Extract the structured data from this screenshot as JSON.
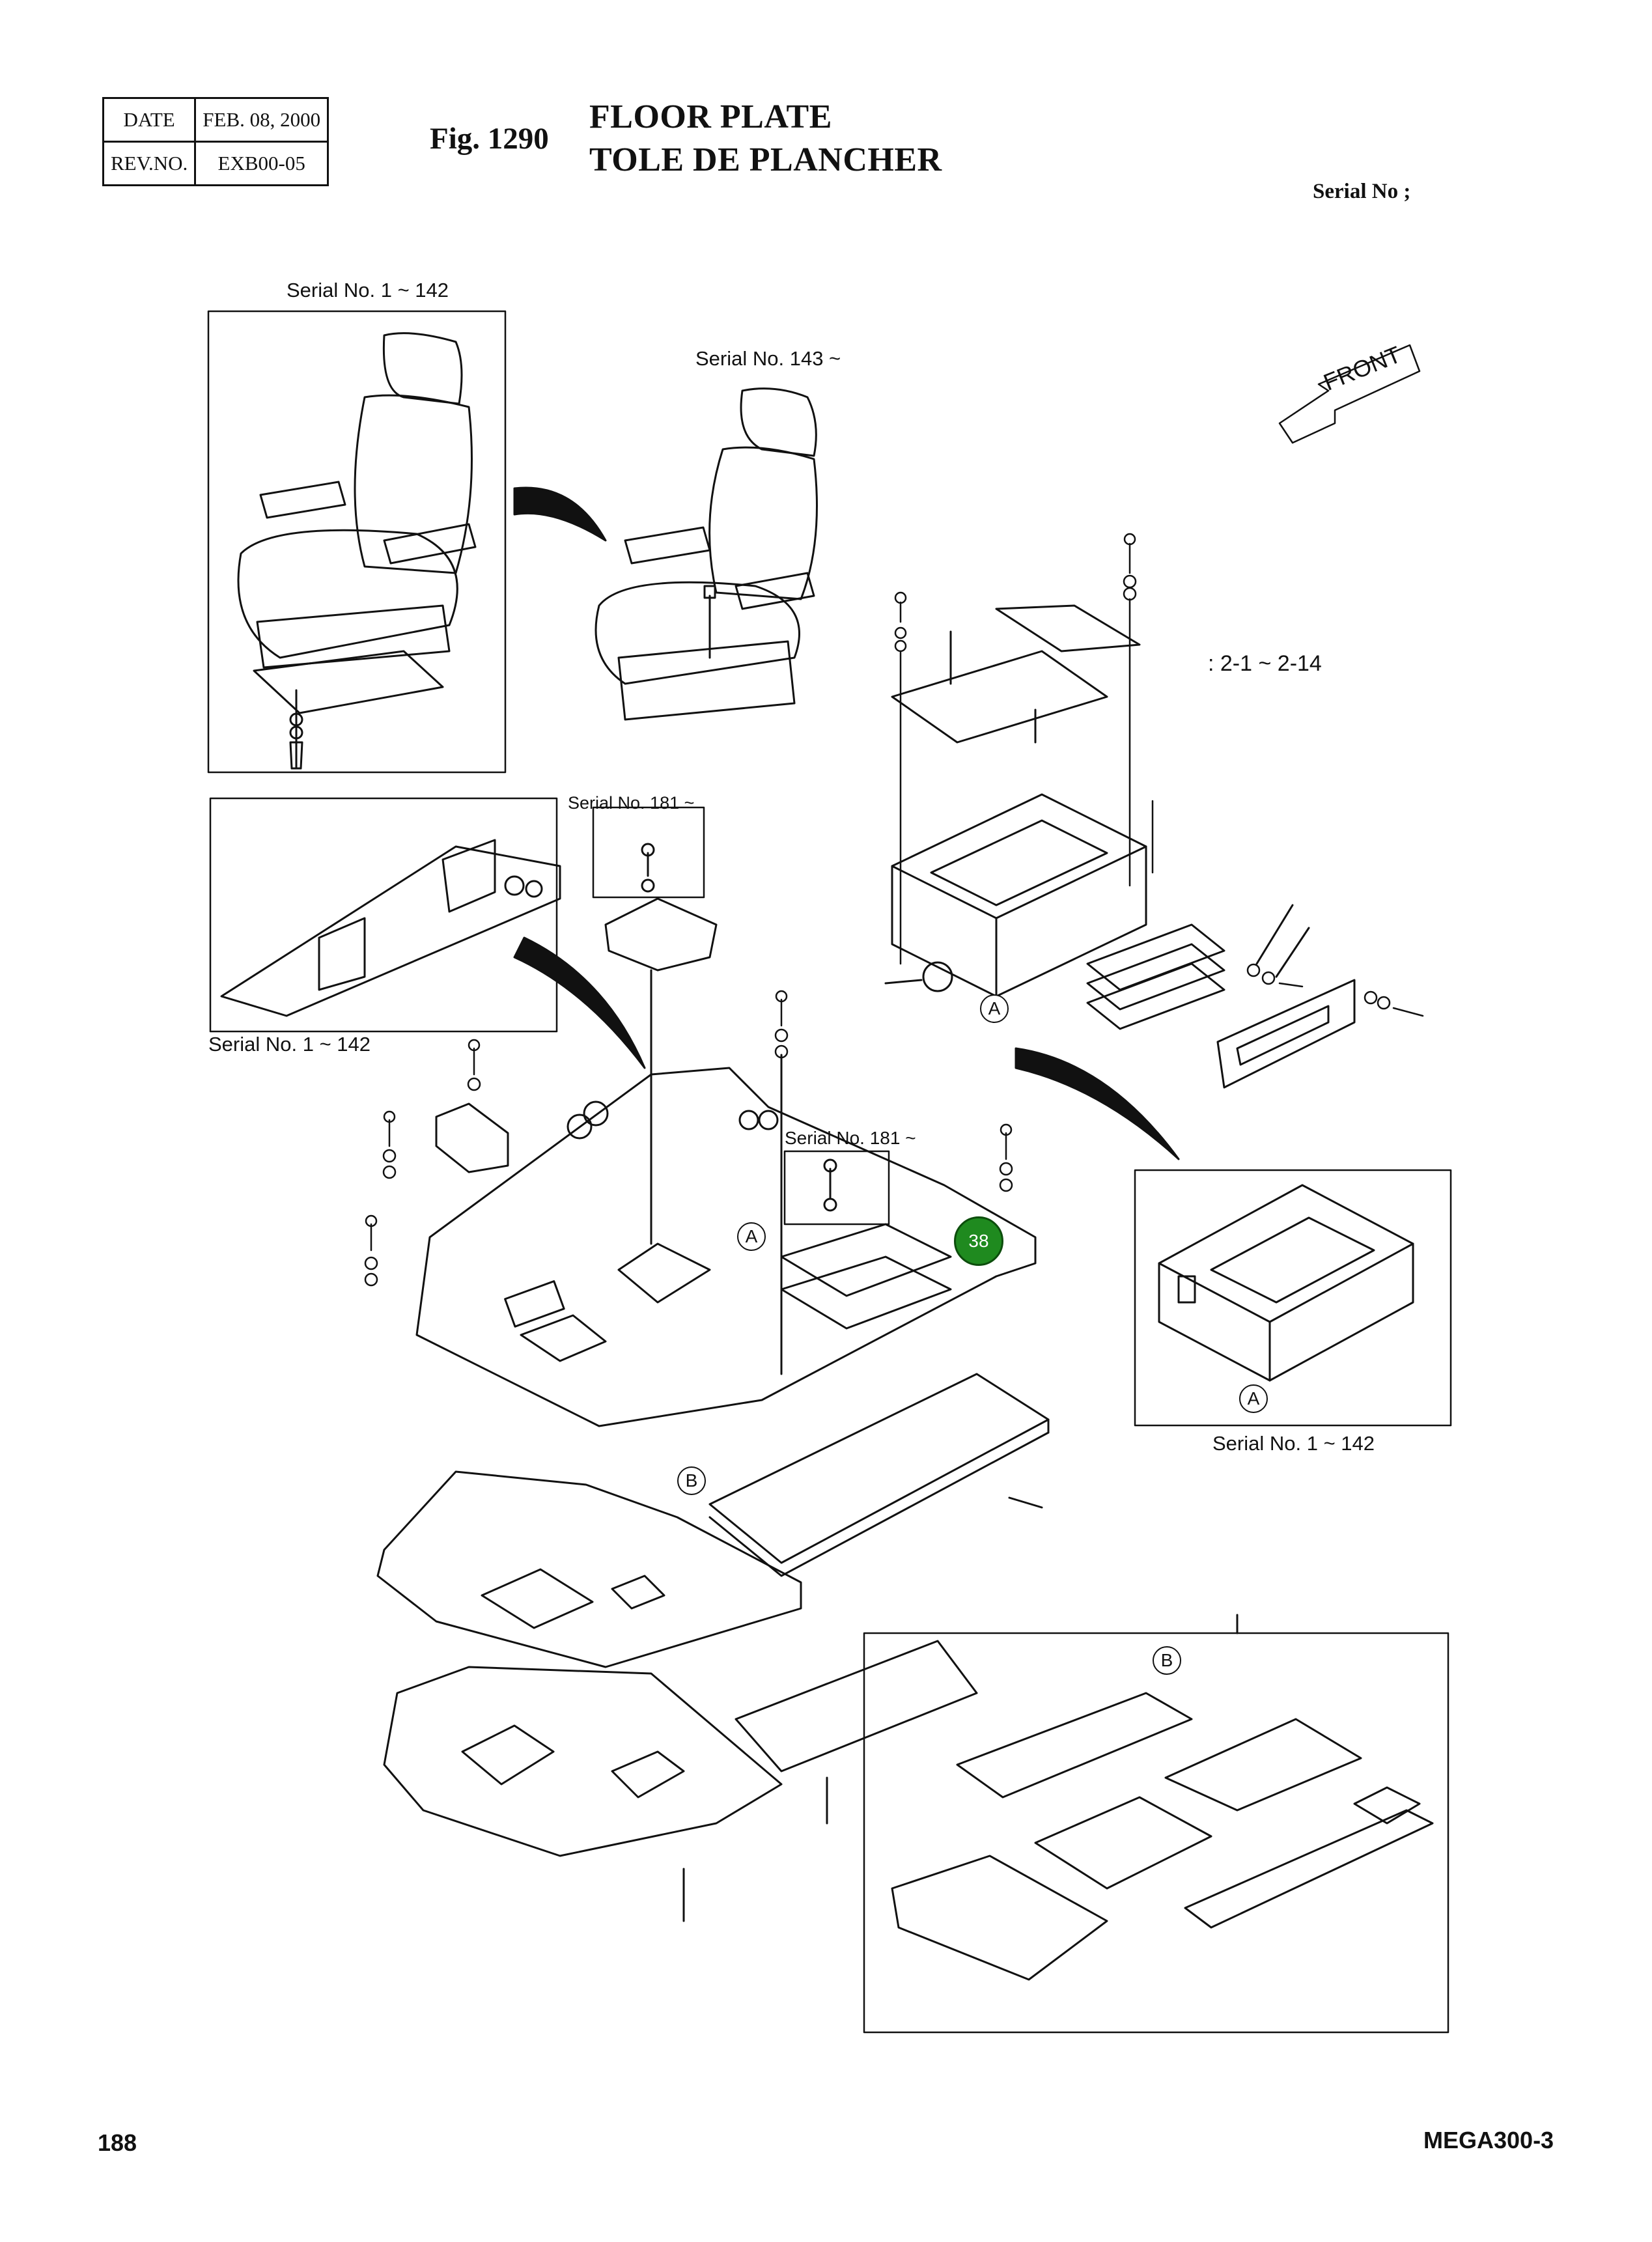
{
  "header": {
    "date_label": "DATE",
    "date_value": "FEB. 08, 2000",
    "rev_label": "REV.NO.",
    "rev_value": "EXB00-05",
    "fig_label": "Fig. 1290",
    "title_en": "FLOOR PLATE",
    "title_fr": "TOLE DE PLANCHER",
    "serial_label": "Serial No ;"
  },
  "captions": {
    "seat_old": "Serial No. 1 ~ 142",
    "seat_new": "Serial No. 143 ~",
    "cover_181_top": "Serial No. 181 ~",
    "floor_old": "Serial No. 1 ~ 142",
    "cover_181_mid": "Serial No. 181 ~",
    "box_old": "Serial No. 1 ~ 142",
    "seat_reference": ": 2-1 ~ 2-14",
    "front_arrow": "FRONT"
  },
  "callouts": {
    "a1": "A",
    "a2": "A",
    "a3": "A",
    "b1": "B",
    "b2": "B"
  },
  "hotspot": {
    "label": "38",
    "color": "#1f8a1f"
  },
  "footer": {
    "page_number": "188",
    "doc_code": "MEGA300-3"
  }
}
